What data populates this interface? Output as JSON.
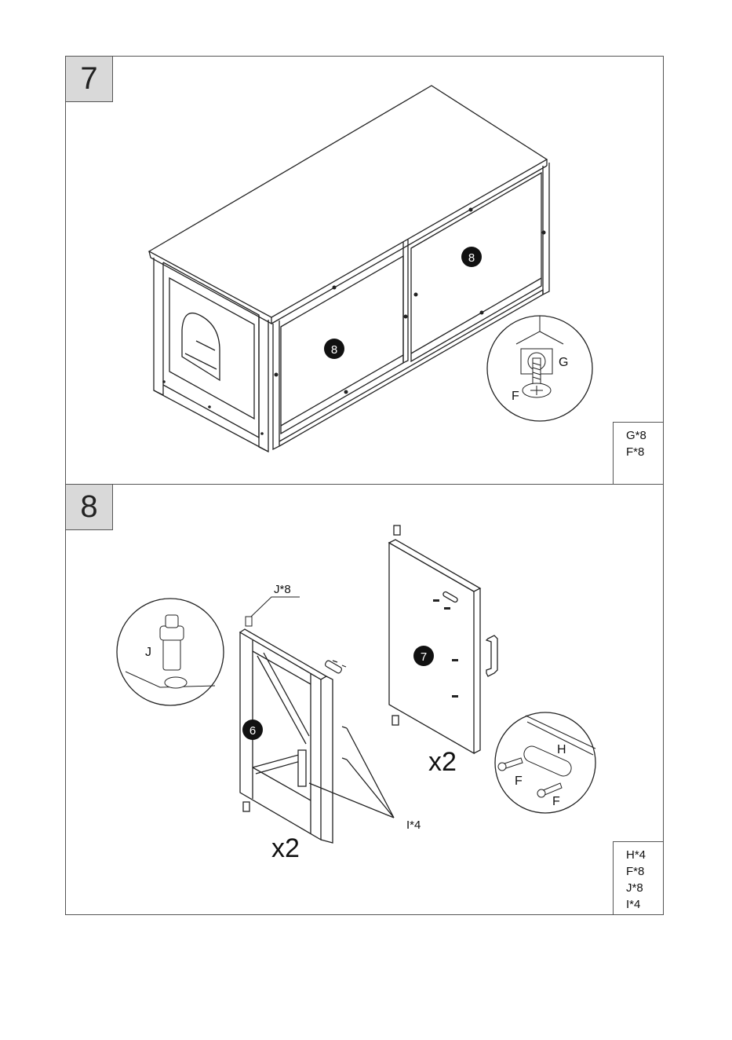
{
  "step7": {
    "number": "7",
    "panel_badge": "8",
    "callout": {
      "g": "G",
      "f": "F"
    },
    "parts": [
      "G*8",
      "F*8"
    ]
  },
  "step8": {
    "number": "8",
    "panel_badge_left": "6",
    "panel_badge_right": "7",
    "qty_left": "x2",
    "qty_right": "x2",
    "label_j_top": "J*8",
    "label_i": "I*4",
    "callout_j": "J",
    "callout_h": "H",
    "callout_f": "F",
    "parts": [
      "H*4",
      "F*8",
      "J*8",
      "I*4"
    ]
  }
}
